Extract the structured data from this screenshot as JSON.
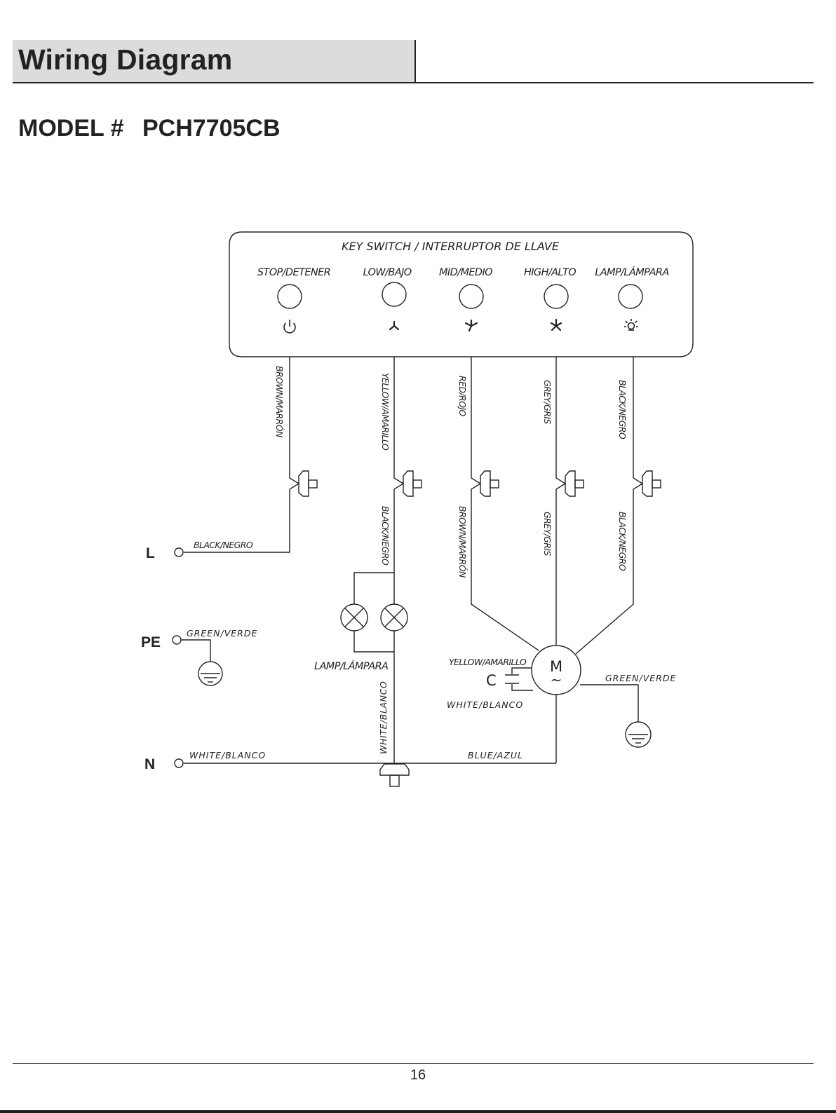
{
  "header": {
    "title": "Wiring Diagram"
  },
  "model": {
    "label": "MODEL #",
    "number": "PCH7705CB"
  },
  "key_switch": {
    "title": "KEY SWITCH / INTERRUPTOR DE LLAVE",
    "buttons": [
      {
        "label": "STOP/DETENER",
        "icon": "power-icon"
      },
      {
        "label": "LOW/BAJO",
        "icon": "fan-low-icon"
      },
      {
        "label": "MID/MEDIO",
        "icon": "fan-mid-icon"
      },
      {
        "label": "HIGH/ALTO",
        "icon": "fan-high-icon"
      },
      {
        "label": "LAMP/LÁMPARA",
        "icon": "lamp-icon"
      }
    ]
  },
  "wires": {
    "switch_side": [
      "BROWN/MARRÓN",
      "YELLOW/AMARILLO",
      "RED/ROJO",
      "GREY/GRIS",
      "BLACK/NEGRO"
    ],
    "load_side": [
      "BLACK/NEGRO",
      "BROWN/MARRÓN",
      "GREY/GRIS",
      "BLACK/NEGRO"
    ],
    "line": "BLACK/NEGRO",
    "ground_left": "GREEN/VERDE",
    "neutral": "WHITE/BLANCO",
    "lamp_return": "WHITE/BLANCO",
    "motor_return": "BLUE/AZUL",
    "capacitor_top": "YELLOW/AMARILLO",
    "capacitor_bottom": "WHITE/BLANCO",
    "motor_ground": "GREEN/VERDE"
  },
  "terminals": {
    "line": "L",
    "earth": "PE",
    "neutral": "N"
  },
  "components": {
    "lamp_label": "LAMP/LÁMPARA",
    "motor_symbol": "M",
    "motor_ac_symbol": "~",
    "capacitor_label": "C"
  },
  "footer": {
    "page_number": "16"
  }
}
